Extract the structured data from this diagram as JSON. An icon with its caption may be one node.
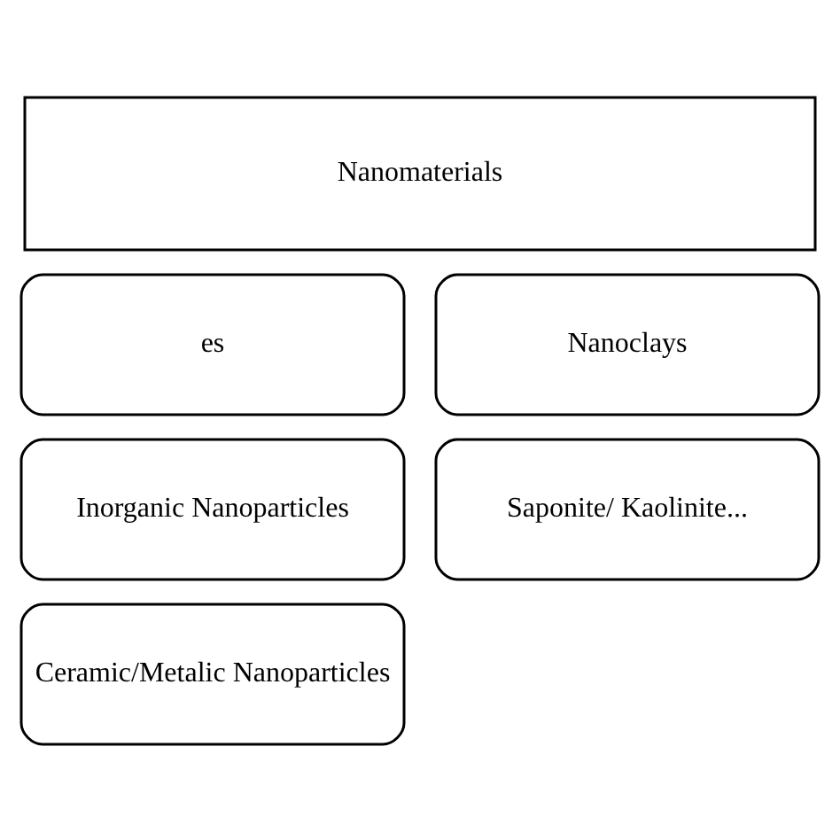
{
  "diagram": {
    "nodes": [
      {
        "text": [
          "Nanomaterials"
        ]
      },
      {
        "text": [
          "es"
        ]
      },
      {
        "text": [
          "Nanoclays"
        ]
      },
      {
        "text": [
          "Inorganic Nanoparticles"
        ]
      },
      {
        "text": [
          "Saponite/ Kaolinite..."
        ]
      },
      {
        "text": [
          "Ceramic/Metalic Nanoparticles"
        ]
      }
    ]
  }
}
